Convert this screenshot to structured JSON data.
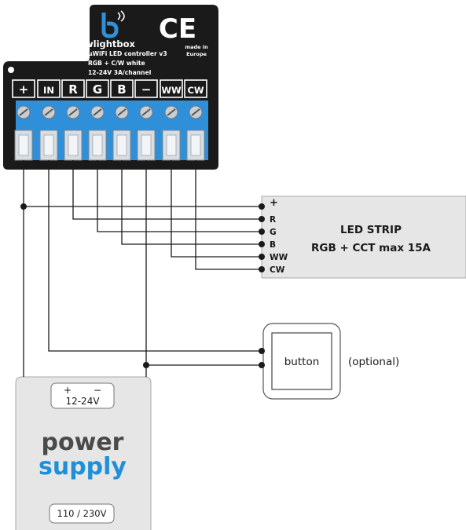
{
  "controller": {
    "brand": "wlightbox",
    "ce_mark": "CE",
    "origin_line1": "made in",
    "origin_line2": "Europe",
    "model_line1": "µWiFi LED controller v3",
    "model_line2": "RGB + C/W white",
    "model_line3": "12-24V  3A/channel",
    "terminals": [
      "+",
      "IN",
      "R",
      "G",
      "B",
      "−",
      "WW",
      "CW"
    ]
  },
  "led_strip": {
    "title_line1": "LED STRIP",
    "title_line2": "RGB + CCT max 15A",
    "pins": [
      "+",
      "R",
      "G",
      "B",
      "WW",
      "CW"
    ]
  },
  "button": {
    "label": "button",
    "note": "(optional)"
  },
  "power_supply": {
    "output_plus": "+",
    "output_minus": "−",
    "output_voltage": "12-24V",
    "word1": "power",
    "word2": "supply",
    "input_voltage": "110 / 230V"
  },
  "colors": {
    "controller_body": "#1a1a1a",
    "terminal_blue": "#2f8fd8",
    "screw_gray": "#c9ced3",
    "box_fill": "#e6e6e6",
    "supply_dark": "#4a4a4a",
    "supply_blue": "#1e90d9",
    "wire": "#1a1a1a"
  }
}
